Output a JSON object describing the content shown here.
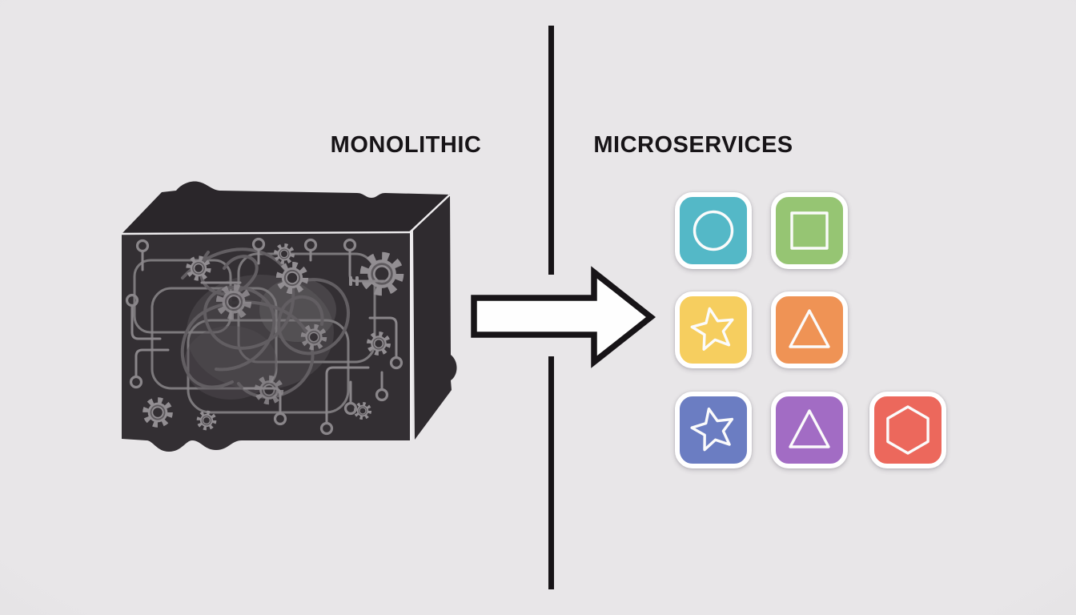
{
  "palette": {
    "bg": "#e8e6e8",
    "bg_edge": "#d7d5d8",
    "ink": "#171417",
    "arrow_fill": "#fefefe",
    "tile_border": "#ffffff",
    "shape_stroke": "#fbfbfb",
    "monolith_front": "#332f33",
    "monolith_top": "#2a262a",
    "monolith_side": "#2f2b2f",
    "monolith_edge": "#efedef",
    "circuit": "#8a868a",
    "gear": "#928e92",
    "tangle": "#625e62"
  },
  "left_panel": {
    "title": "MONOLITHIC",
    "illustration": "monolith-box-with-tangled-gears-and-circuits"
  },
  "right_panel": {
    "title": "MICROSERVICES"
  },
  "divider": {
    "orientation": "vertical"
  },
  "arrow": {
    "direction": "right"
  },
  "services": [
    {
      "icon": "circle-icon",
      "color": "#54b8c7",
      "row": 1,
      "col": 1
    },
    {
      "icon": "square-icon",
      "color": "#96c573",
      "row": 1,
      "col": 2
    },
    {
      "icon": "star-icon",
      "color": "#f6ce5f",
      "row": 2,
      "col": 1
    },
    {
      "icon": "triangle-icon",
      "color": "#ef9355",
      "row": 2,
      "col": 2
    },
    {
      "icon": "star-icon",
      "color": "#6b7dc2",
      "row": 3,
      "col": 1
    },
    {
      "icon": "triangle-icon",
      "color": "#a26cc4",
      "row": 3,
      "col": 2
    },
    {
      "icon": "hexagon-icon",
      "color": "#ec685c",
      "row": 3,
      "col": 3
    }
  ]
}
